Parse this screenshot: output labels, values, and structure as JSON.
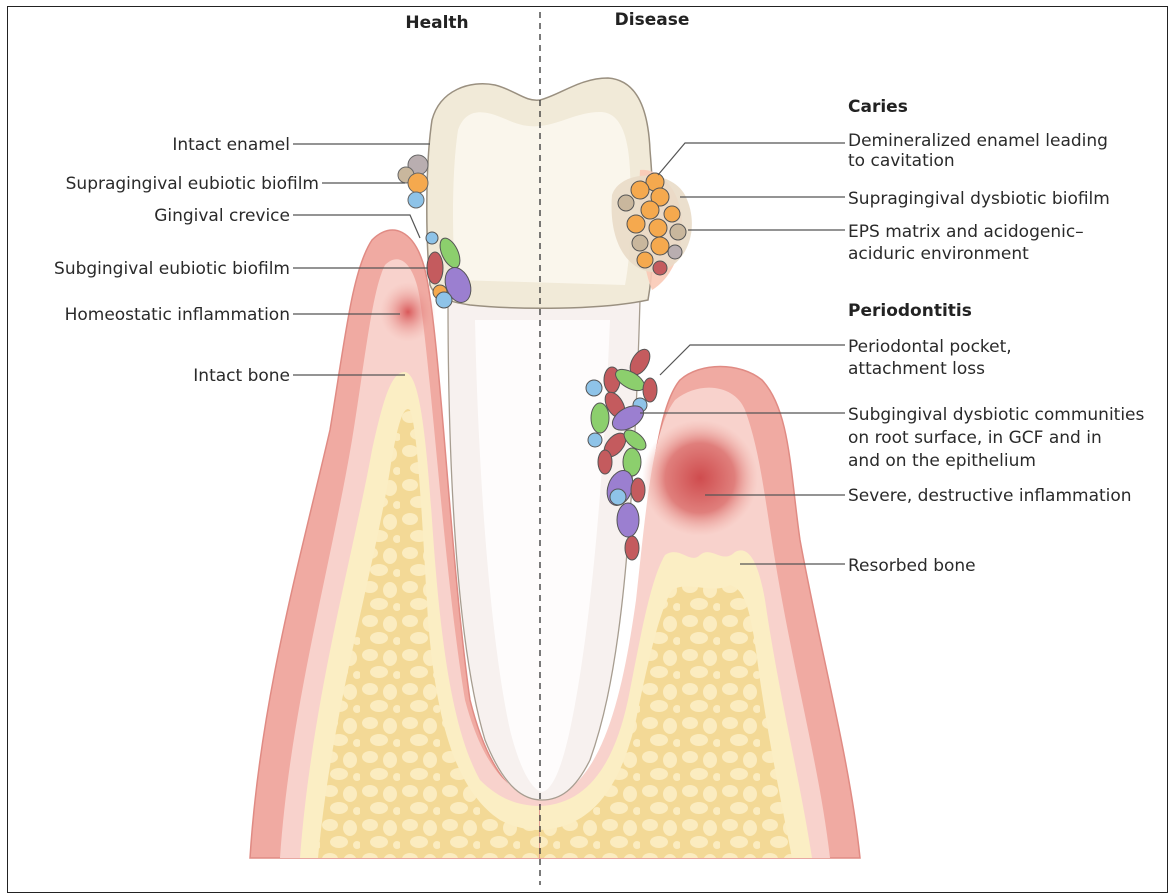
{
  "header": {
    "health": "Health",
    "disease": "Disease"
  },
  "left_labels": {
    "intact_enamel": "Intact enamel",
    "supra_eubiotic": "Supragingival eubiotic biofilm",
    "gingival_crevice": "Gingival crevice",
    "sub_eubiotic": "Subgingival eubiotic biofilm",
    "homeostatic": "Homeostatic inflammation",
    "intact_bone": "Intact bone"
  },
  "caries": {
    "title": "Caries",
    "demineralized_l1": "Demineralized enamel leading",
    "demineralized_l2": "to cavitation",
    "supra_dysbiotic": "Supragingival dysbiotic biofilm",
    "eps_l1": "EPS matrix and acidogenic–",
    "eps_l2": "aciduric environment"
  },
  "periodontitis": {
    "title": "Periodontitis",
    "pocket_l1": "Periodontal pocket,",
    "pocket_l2": "attachment loss",
    "communities_l1": "Subgingival dysbiotic communities",
    "communities_l2": "on root surface, in GCF and in",
    "communities_l3": "and on the epithelium",
    "severe": "Severe, destructive inflammation",
    "resorbed": "Resorbed bone"
  },
  "colors": {
    "gum": "#f0b0a8",
    "gum_light": "#f8d8d2",
    "bone": "#f5dfa6",
    "bone_light": "#fbeec4",
    "enamel": "#f1ead8",
    "dentin": "#f7f3f2",
    "bacteria_orange": "#f5a94e",
    "bacteria_blue": "#8ec3e8",
    "bacteria_red": "#c45b5e",
    "bacteria_green": "#8ccf6d",
    "bacteria_purple": "#9b7fd0"
  }
}
